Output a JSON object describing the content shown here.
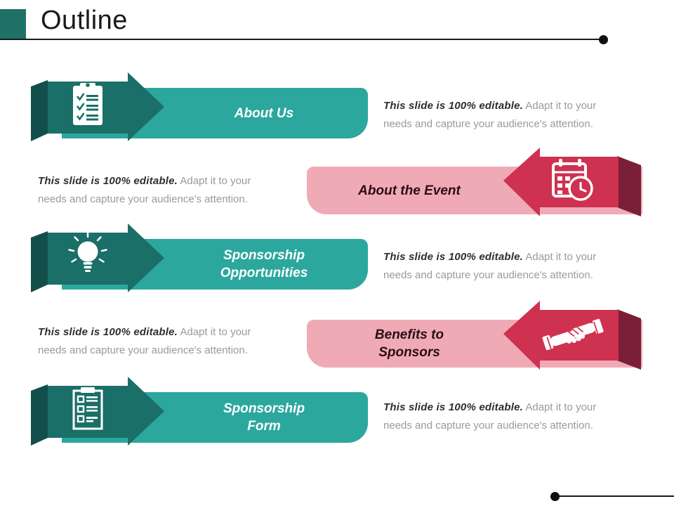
{
  "header": {
    "title": "Outline"
  },
  "banners": [
    {
      "label_lines": [
        "About Us"
      ],
      "icon": "clipboard-check-icon",
      "direction": "right",
      "editable_bold": "This slide is 100% editable.",
      "editable_rest": " Adapt it to your needs and capture your audience's attention."
    },
    {
      "label_lines": [
        "About the Event"
      ],
      "icon": "calendar-clock-icon",
      "direction": "left",
      "editable_bold": "This slide is 100% editable.",
      "editable_rest": " Adapt it to your needs and capture your audience's attention."
    },
    {
      "label_lines": [
        "Sponsorship",
        "Opportunities"
      ],
      "icon": "lightbulb-icon",
      "direction": "right",
      "editable_bold": "This slide is 100% editable.",
      "editable_rest": " Adapt it to your needs and capture your audience's attention."
    },
    {
      "label_lines": [
        "Benefits to",
        "Sponsors"
      ],
      "icon": "handshake-icon",
      "direction": "left",
      "editable_bold": "This slide is 100% editable.",
      "editable_rest": " Adapt it to your needs and capture your audience's attention."
    },
    {
      "label_lines": [
        "Sponsorship",
        "Form"
      ],
      "icon": "clipboard-form-icon",
      "direction": "right",
      "editable_bold": "This slide is 100% editable.",
      "editable_rest": " Adapt it to your needs and capture your audience's attention."
    }
  ],
  "colors": {
    "teal_dark": "#1A6F68",
    "teal_fold": "#124F4A",
    "teal_light": "#2CA79E",
    "accent_square": "#1F7168",
    "red": "#CF3150",
    "maroon_fold": "#7A1F35",
    "pink_light": "#EFAAB6",
    "pink_label_text": "#2B0D15",
    "teal_label_text": "#FFFFFF",
    "title_text": "#1A1A1A",
    "note_bold_text": "#2E2E2E",
    "note_rest_text": "#9A9A9A",
    "rule_line": "#1A1A1A"
  }
}
